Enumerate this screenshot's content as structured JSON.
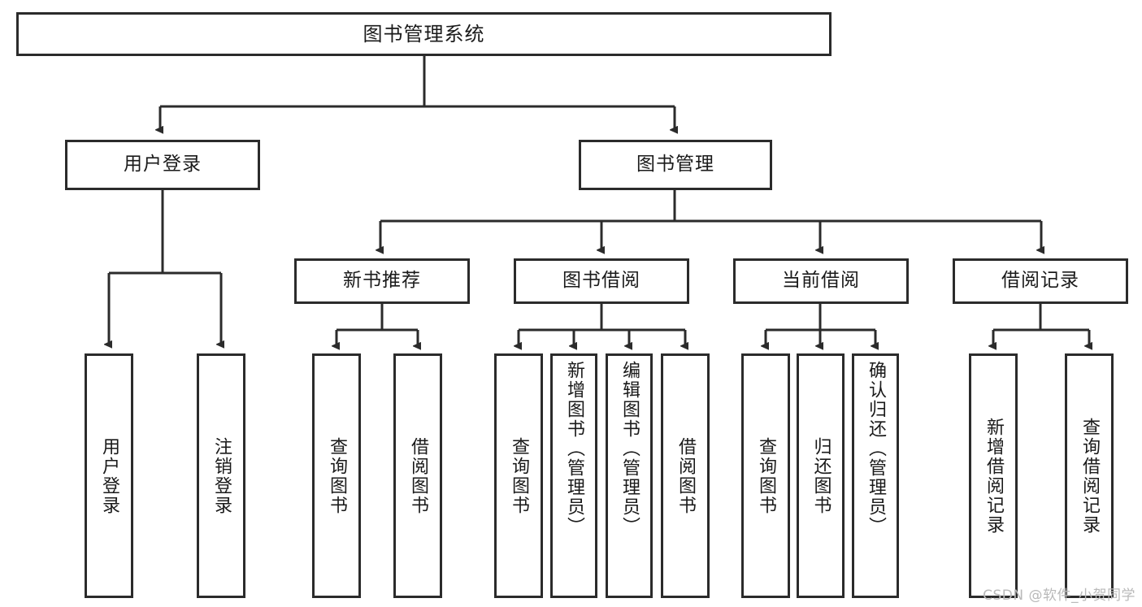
{
  "diagram": {
    "type": "hierarchy-tree",
    "title": "图书管理系统",
    "watermark": "CSDN @软件_小贺同学",
    "colors": {
      "background": "#ffffff",
      "stroke": "#2b2b2b",
      "node_fill": "#ffffff",
      "text": "#1a1a1a",
      "watermark": "#b9b9b9"
    },
    "levels": {
      "level1": [
        {
          "id": "user-login",
          "label": "用户登录"
        },
        {
          "id": "book-management",
          "label": "图书管理"
        }
      ],
      "level2": [
        {
          "id": "new-book-recommend",
          "label": "新书推荐",
          "parent": "book-management"
        },
        {
          "id": "book-borrow",
          "label": "图书借阅",
          "parent": "book-management"
        },
        {
          "id": "current-borrow",
          "label": "当前借阅",
          "parent": "book-management"
        },
        {
          "id": "borrow-record",
          "label": "借阅记录",
          "parent": "book-management"
        }
      ],
      "leaves": [
        {
          "id": "leaf-user-login",
          "label": "用户登录",
          "parent": "user-login"
        },
        {
          "id": "leaf-logout",
          "label": "注销登录",
          "parent": "user-login"
        },
        {
          "id": "leaf-query-book-1",
          "label": "查询图书",
          "parent": "new-book-recommend"
        },
        {
          "id": "leaf-borrow-book-1",
          "label": "借阅图书",
          "parent": "new-book-recommend"
        },
        {
          "id": "leaf-query-book-2",
          "label": "查询图书",
          "parent": "book-borrow"
        },
        {
          "id": "leaf-add-book",
          "label": "新增图书（管理员）",
          "parent": "book-borrow"
        },
        {
          "id": "leaf-edit-book",
          "label": "编辑图书（管理员）",
          "parent": "book-borrow"
        },
        {
          "id": "leaf-borrow-book-2",
          "label": "借阅图书",
          "parent": "book-borrow"
        },
        {
          "id": "leaf-query-book-3",
          "label": "查询图书",
          "parent": "current-borrow"
        },
        {
          "id": "leaf-return-book",
          "label": "归还图书",
          "parent": "current-borrow"
        },
        {
          "id": "leaf-confirm-return",
          "label": "确认归还（管理员）",
          "parent": "current-borrow"
        },
        {
          "id": "leaf-add-record",
          "label": "新增借阅记录",
          "parent": "borrow-record"
        },
        {
          "id": "leaf-query-record",
          "label": "查询借阅记录",
          "parent": "borrow-record"
        }
      ]
    }
  }
}
